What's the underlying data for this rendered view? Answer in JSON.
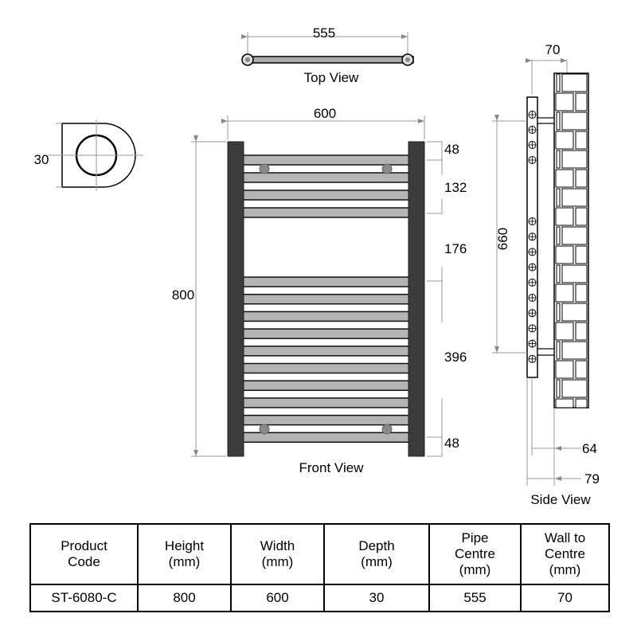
{
  "diagram": {
    "top_view": {
      "label": "Top View",
      "pipe_centre": "555"
    },
    "front_view": {
      "label": "Front View",
      "width": "600",
      "height": "800",
      "spacing": [
        "48",
        "132",
        "176",
        "396",
        "48"
      ]
    },
    "end_view": {
      "depth": "30"
    },
    "side_view": {
      "label": "Side View",
      "wall_to_centre": "70",
      "pipe_centres": "660",
      "offset_a": "64",
      "offset_b": "79"
    }
  },
  "table": {
    "headers": [
      [
        "Product",
        "Code"
      ],
      [
        "Height",
        "(mm)"
      ],
      [
        "Width",
        "(mm)"
      ],
      [
        "Depth",
        "(mm)"
      ],
      [
        "Pipe",
        "Centre",
        "(mm)"
      ],
      [
        "Wall to",
        "Centre",
        "(mm)"
      ]
    ],
    "rows": [
      [
        "ST-6080-C",
        "800",
        "600",
        "30",
        "555",
        "70"
      ]
    ]
  },
  "colors": {
    "bar": "#3c3c3c",
    "rail": "#b4b4b4",
    "dim": "#9a9a9a"
  }
}
